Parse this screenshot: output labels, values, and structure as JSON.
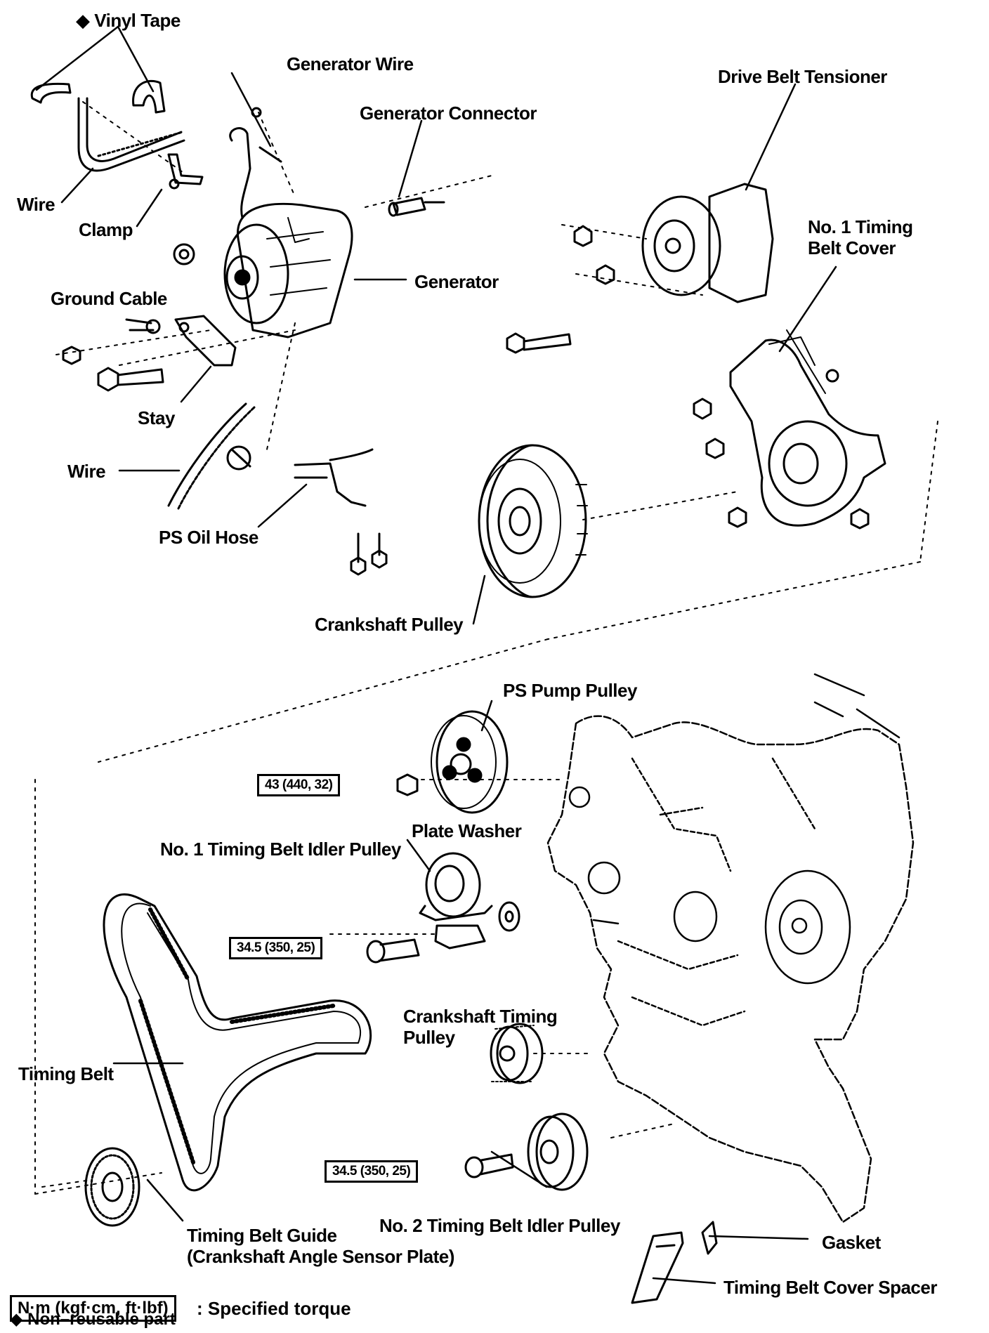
{
  "labels": {
    "vinyl_tape": "◆ Vinyl Tape",
    "generator_wire": "Generator Wire",
    "generator_connector": "Generator Connector",
    "drive_belt_tensioner": "Drive Belt Tensioner",
    "no1_timing_belt_cover_line1": "No. 1 Timing",
    "no1_timing_belt_cover_line2": "Belt Cover",
    "wire_top": "Wire",
    "clamp": "Clamp",
    "generator": "Generator",
    "ground_cable": "Ground Cable",
    "stay": "Stay",
    "wire_mid": "Wire",
    "ps_oil_hose": "PS Oil Hose",
    "crankshaft_pulley": "Crankshaft Pulley",
    "ps_pump_pulley": "PS Pump Pulley",
    "plate_washer": "Plate Washer",
    "no1_timing_belt_idler_pulley": "No. 1 Timing Belt Idler Pulley",
    "crankshaft_timing_pulley_line1": "Crankshaft Timing",
    "crankshaft_timing_pulley_line2": "Pulley",
    "timing_belt": "Timing Belt",
    "timing_belt_guide_line1": "Timing Belt Guide",
    "timing_belt_guide_line2": "(Crankshaft Angle Sensor Plate)",
    "no2_timing_belt_idler_pulley": "No. 2 Timing Belt Idler Pulley",
    "gasket": "Gasket",
    "timing_belt_cover_spacer": "Timing Belt Cover Spacer"
  },
  "torques": {
    "ps_pump_nut": "43 (440, 32)",
    "no1_idler_bolt": "34.5 (350, 25)",
    "no2_idler_bolt": "34.5 (350, 25)"
  },
  "legend": {
    "torque_box": "N·m (kgf·cm, ft·lbf)",
    "torque_desc": ": Specified torque",
    "non_reusable": "◆ Non–reusable part"
  }
}
